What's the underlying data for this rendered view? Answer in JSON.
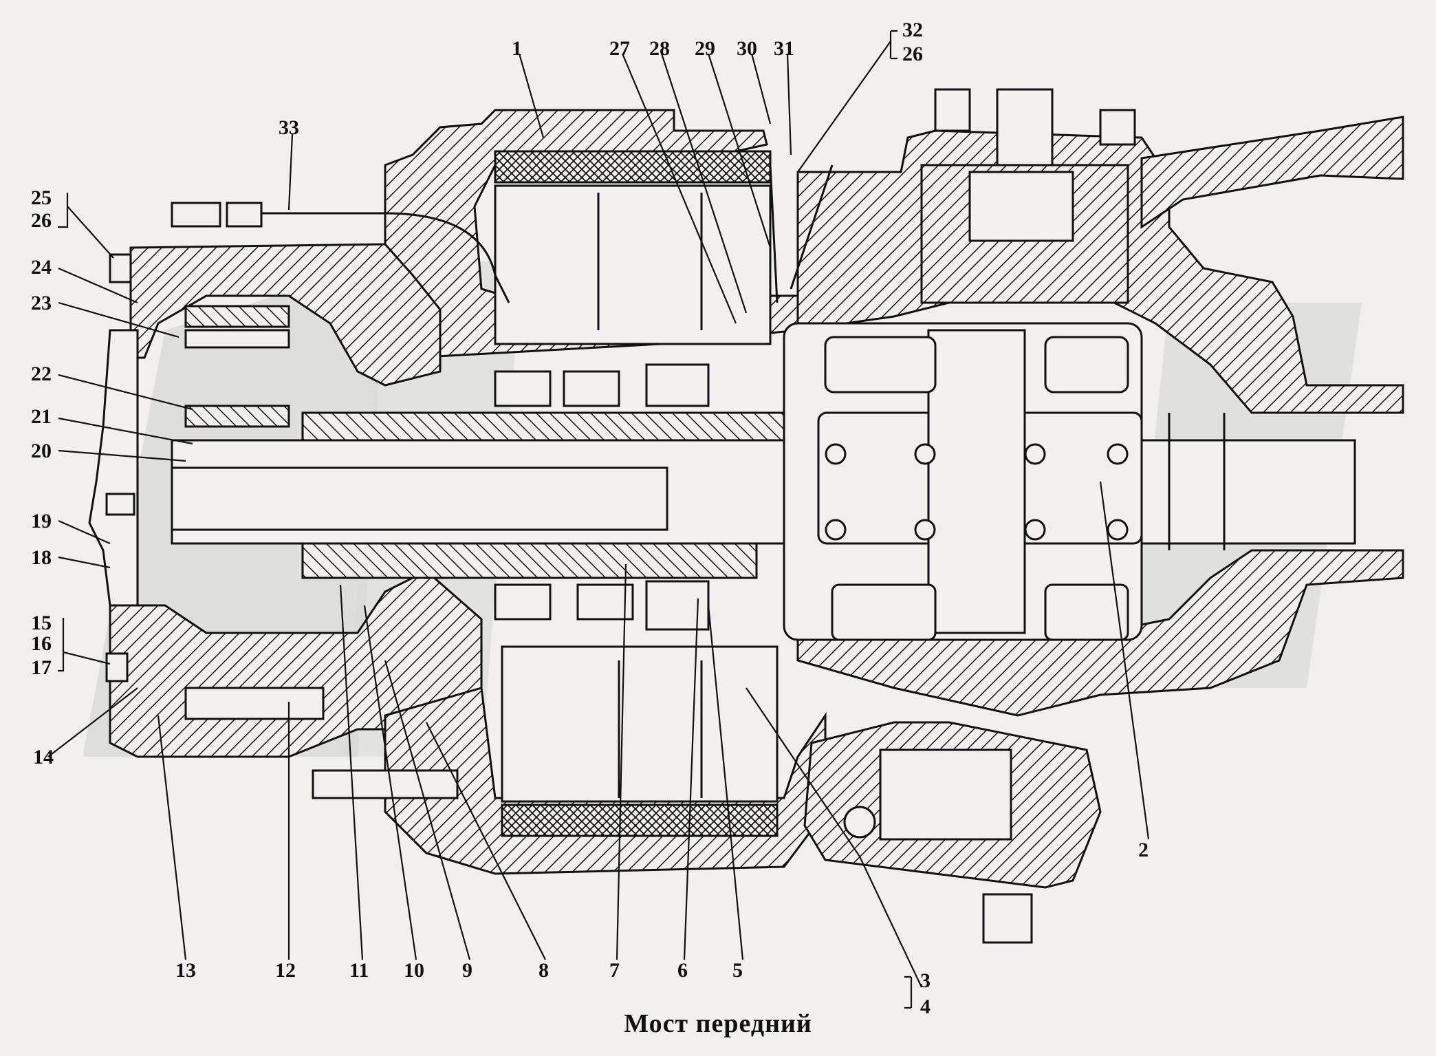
{
  "caption": "Мост передний",
  "labels": {
    "n1": "1",
    "n2": "2",
    "n3": "3",
    "n4": "4",
    "n5": "5",
    "n6": "6",
    "n7": "7",
    "n8": "8",
    "n9": "9",
    "n10": "10",
    "n11": "11",
    "n12": "12",
    "n13": "13",
    "n14": "14",
    "n15": "15",
    "n16": "16",
    "n17": "17",
    "n18": "18",
    "n19": "19",
    "n20": "20",
    "n21": "21",
    "n22": "22",
    "n23": "23",
    "n24": "24",
    "n25": "25",
    "n26a": "26",
    "n26b": "26",
    "n27": "27",
    "n28": "28",
    "n29": "29",
    "n30": "30",
    "n31": "31",
    "n32": "32",
    "n33": "33"
  },
  "colors": {
    "ink": "#111111",
    "paper": "#f1f0ec",
    "watermark": "#d9d9d6"
  },
  "watermark_text": "ОРЕХ"
}
